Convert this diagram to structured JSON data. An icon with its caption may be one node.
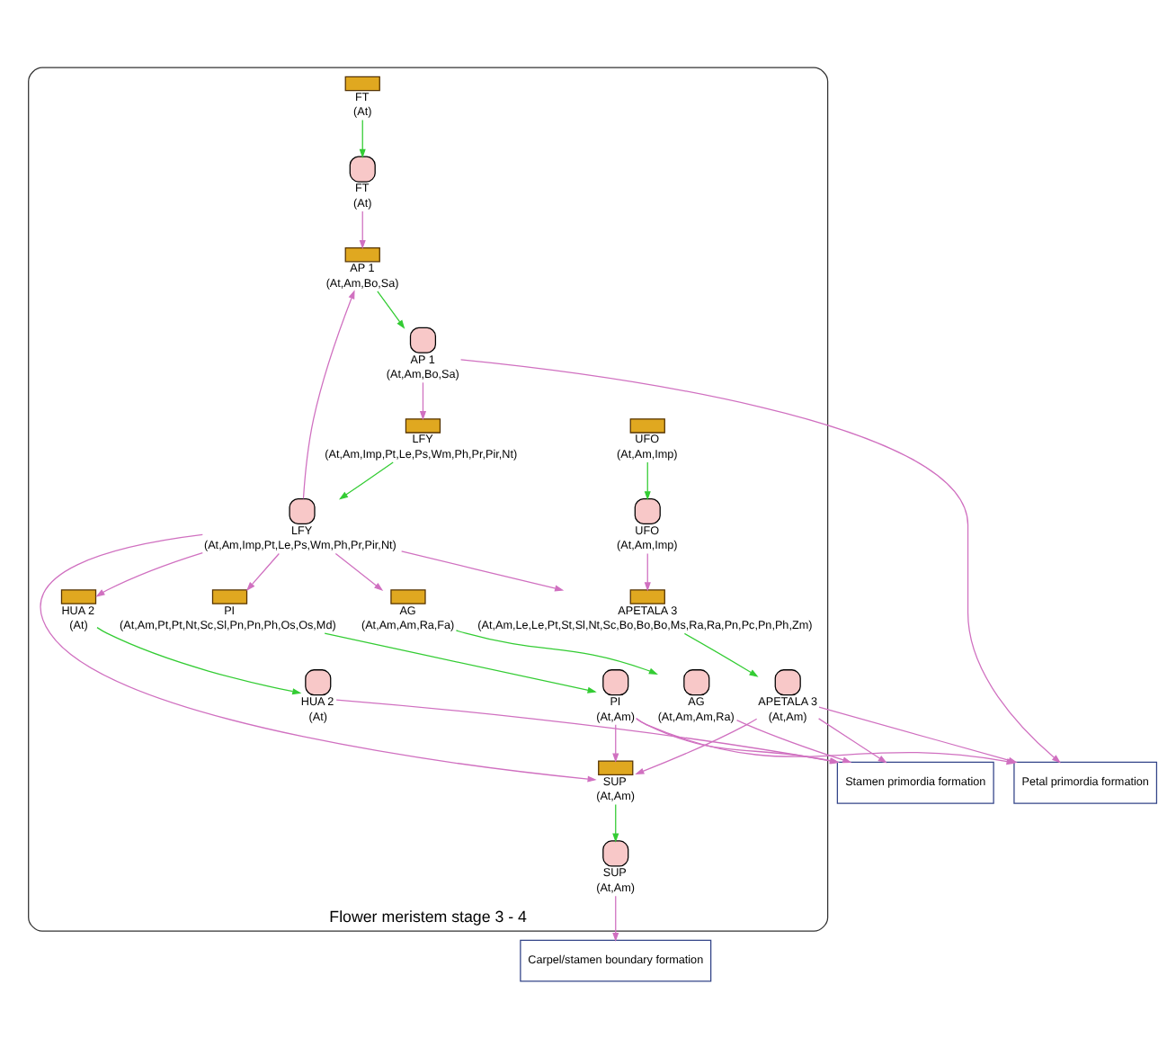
{
  "diagram": {
    "nodes": [
      {
        "text": [
          "Flower meristem stage 3 - 4"
        ]
      },
      {
        "text": [
          "Stamen primordia formation"
        ]
      },
      {
        "text": [
          "Carpel/stamen boundary formation"
        ]
      },
      {
        "text": [
          "Petal primordia formation"
        ]
      },
      {
        "text": [
          "SUP",
          "(At,Am)"
        ],
        "in": 0
      },
      {
        "text": [
          "SUP",
          "(At,Am)"
        ],
        "in": 0
      },
      {
        "text": [
          "UFO",
          "(At,Am,Imp)"
        ],
        "in": 0
      },
      {
        "text": [
          "UFO",
          "(At,Am,Imp)"
        ],
        "in": 0
      },
      {
        "text": [
          "AG",
          "(At,Am,Am,Ra)"
        ],
        "in": 0
      },
      {
        "text": [
          "HUA 2",
          "(At)"
        ],
        "in": 0
      },
      {
        "text": [
          "PI",
          "(At,Am)"
        ],
        "in": 0
      },
      {
        "text": [
          "APETALA 3",
          "(At,Am)"
        ],
        "in": 0
      },
      {
        "text": [
          "FT",
          "(At)"
        ],
        "in": 0
      },
      {
        "text": [
          "FT",
          "(At)"
        ],
        "in": 0
      },
      {
        "text": [
          "PI",
          "(At,Am,Pt,Pt,Nt,Sc,Sl,Pn,Pn,Ph,Os,Os,Md)"
        ],
        "in": 0
      },
      {
        "text": [
          "APETALA 3",
          "(At,Am,Le,Le,Pt,St,Sl,Nt,Sc,Bo,Bo,Bo,Ms,Ra,Ra,Pn,Pc,Pn,Ph,Zm)"
        ],
        "in": 0
      },
      {
        "text": [
          "AP 1",
          "(At,Am,Bo,Sa)"
        ],
        "in": 0
      },
      {
        "text": [
          "AP 1",
          "(At,Am,Bo,Sa)"
        ],
        "in": 0
      },
      {
        "text": [
          "AG",
          "(At,Am,Am,Ra,Fa)"
        ],
        "in": 0
      },
      {
        "text": [
          "HUA 2",
          "(At)"
        ],
        "in": 0
      },
      {
        "text": [
          "LFY",
          "(At,Am,Imp,Pt,Le,Ps,Wm,Ph,Pr,Pir,Nt)"
        ],
        "in": 0
      },
      {
        "text": [
          "LFY",
          "(At,Am,Imp,Pt,Le,Ps,Wm,Ph,Pr,Pir,Nt)"
        ],
        "in": 0
      }
    ],
    "edges": [
      {
        "from": 4,
        "to": 5,
        "arrow": "to",
        "color": "#33cc33"
      },
      {
        "from": 6,
        "to": 7,
        "arrow": "to",
        "color": "#33cc33"
      },
      {
        "from": 14,
        "to": 10,
        "arrow": "to",
        "color": "#33cc33"
      },
      {
        "from": 15,
        "to": 11,
        "arrow": "to",
        "color": "#33cc33"
      },
      {
        "from": 13,
        "to": 12,
        "arrow": "to",
        "color": "#33cc33"
      },
      {
        "from": 16,
        "to": 17,
        "arrow": "to",
        "color": "#33cc33"
      },
      {
        "from": 18,
        "to": 8,
        "arrow": "to",
        "color": "#33cc33"
      },
      {
        "from": 19,
        "to": 9,
        "arrow": "to",
        "color": "#33cc33"
      },
      {
        "from": 20,
        "to": 21,
        "arrow": "to",
        "color": "#33cc33"
      },
      {
        "from": 8,
        "to": 1,
        "arrow": "to"
      },
      {
        "from": 9,
        "to": 1,
        "arrow": "to"
      },
      {
        "from": 10,
        "to": 1,
        "arrow": "to"
      },
      {
        "from": 11,
        "to": 1,
        "arrow": "to"
      },
      {
        "from": 10,
        "to": 4,
        "arrow": "to"
      },
      {
        "from": 11,
        "to": 4,
        "arrow": "to"
      },
      {
        "from": 10,
        "to": 3,
        "arrow": "to"
      },
      {
        "from": 11,
        "to": 3,
        "arrow": "to"
      },
      {
        "from": 5,
        "to": 2,
        "arrow": "to"
      },
      {
        "from": 17,
        "to": 3,
        "arrow": "to"
      },
      {
        "from": 12,
        "to": 16,
        "arrow": "to"
      },
      {
        "from": 17,
        "to": 20,
        "arrow": "to"
      },
      {
        "from": 7,
        "to": 15,
        "arrow": "to"
      },
      {
        "from": 21,
        "to": 18,
        "arrow": "to"
      },
      {
        "from": 21,
        "to": 19,
        "arrow": "to"
      },
      {
        "from": 21,
        "to": 14,
        "arrow": "to"
      },
      {
        "from": 21,
        "to": 15,
        "arrow": "to"
      },
      {
        "from": 21,
        "to": 16,
        "arrow": "to"
      },
      {
        "from": 21,
        "to": 4,
        "arrow": "to"
      }
    ]
  }
}
